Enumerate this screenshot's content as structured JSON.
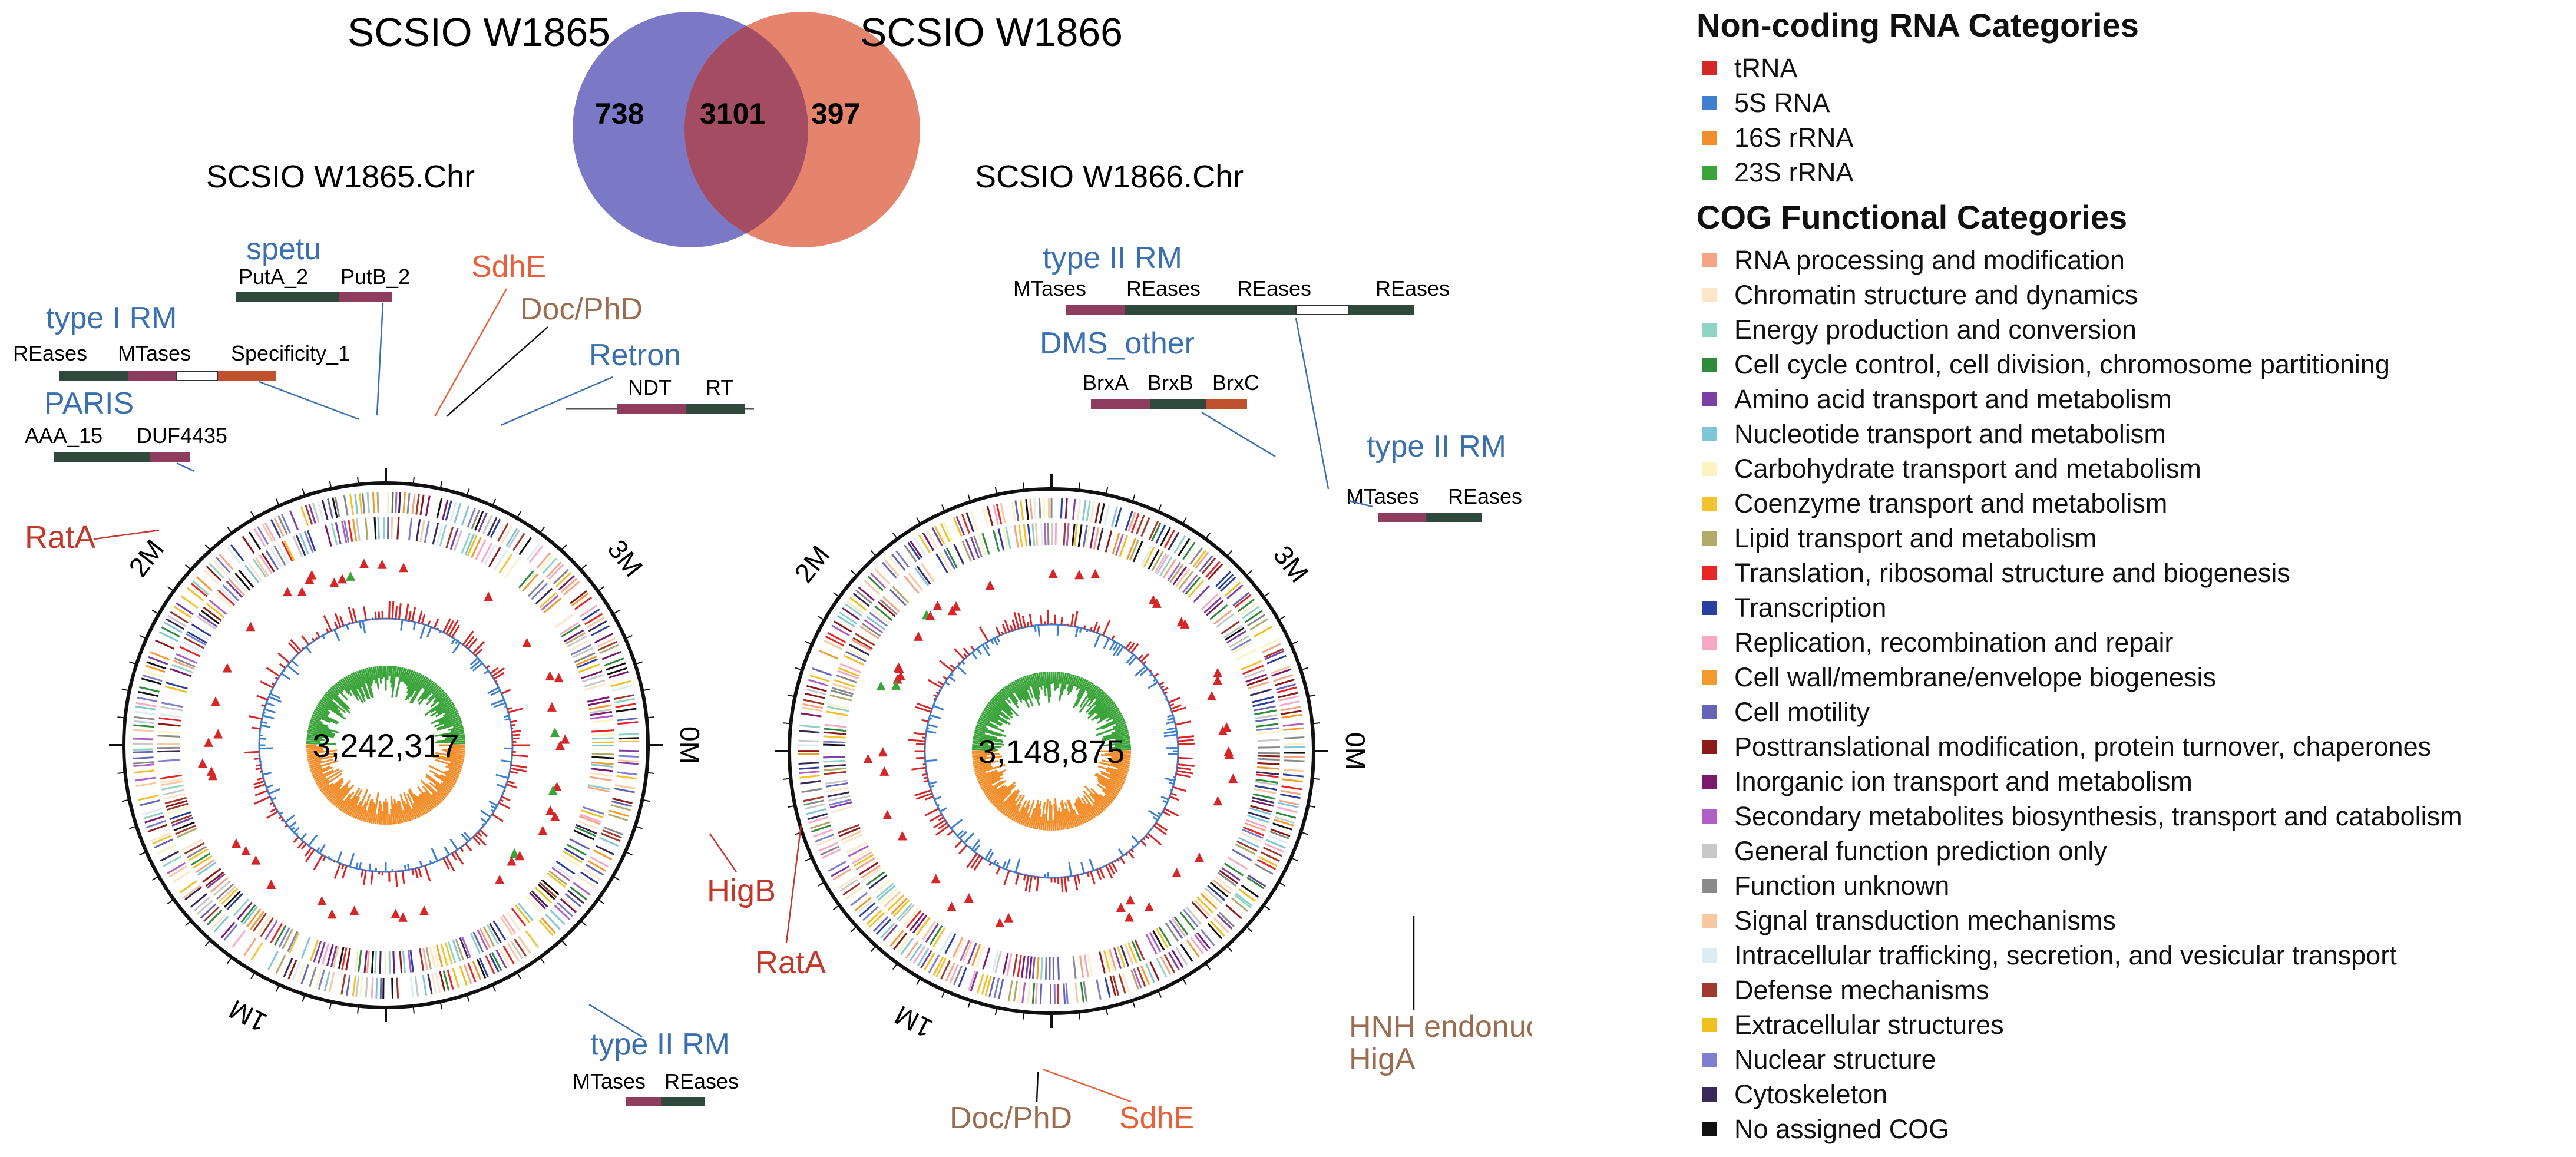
{
  "venn": {
    "left_label": "SCSIO W1865",
    "right_label": "SCSIO W1866",
    "left_only": "738",
    "shared": "3101",
    "right_only": "397",
    "left_color": "#7b78c6",
    "right_color": "#e5846c",
    "overlap_color": "#a34c62"
  },
  "genomes": [
    {
      "title": "SCSIO W1865.Chr",
      "center_label": "3,242,317",
      "ticks": [
        "2M",
        "3M",
        "0M",
        "1M"
      ],
      "annotations": {
        "spetu": "spetu",
        "putA": "PutA_2",
        "putB": "PutB_2",
        "typeI": "type I RM",
        "reases": "REases",
        "mtases": "MTases",
        "spec": "Specificity_1",
        "paris": "PARIS",
        "aaa": "AAA_15",
        "duf": "DUF4435",
        "sdhe": "SdhE",
        "docphd": "Doc/PhD",
        "retron": "Retron",
        "ndt": "NDT",
        "rt": "RT",
        "rata": "RatA",
        "higb": "HigB",
        "typeII": "type II RM",
        "mtases2": "MTases",
        "reases2": "REases"
      }
    },
    {
      "title": "SCSIO W1866.Chr",
      "center_label": "3,148,875",
      "ticks": [
        "2M",
        "3M",
        "0M",
        "1M"
      ],
      "annotations": {
        "typeII_top": "type II RM",
        "mtases": "MTases",
        "reases_a": "REases",
        "reases_b": "REases",
        "reases_c": "REases",
        "dms": "DMS_other",
        "brxa": "BrxA",
        "brxb": "BrxB",
        "brxc": "BrxC",
        "typeII_right": "type II RM",
        "mtases2": "MTases",
        "reases2": "REases",
        "rata": "RatA",
        "hnh1": "HNH endonuclease/",
        "hnh2": "HigA",
        "docphd": "Doc/PhD",
        "sdhe": "SdhE"
      }
    }
  ],
  "legend": {
    "ncrna_title": "Non-coding RNA Categories",
    "ncrna": [
      {
        "label": "tRNA",
        "color": "#d62728"
      },
      {
        "label": "5S RNA",
        "color": "#3f7fd0"
      },
      {
        "label": "16S rRNA",
        "color": "#f28e2b"
      },
      {
        "label": "23S rRNA",
        "color": "#3aa43a"
      }
    ],
    "cog_title": "COG Functional Categories",
    "cog": [
      {
        "label": "RNA processing and modification",
        "color": "#f4a582"
      },
      {
        "label": "Chromatin structure and dynamics",
        "color": "#fde6c8"
      },
      {
        "label": "Energy production and conversion",
        "color": "#8fd3c3"
      },
      {
        "label": "Cell cycle control, cell division, chromosome partitioning",
        "color": "#2e8b3a"
      },
      {
        "label": "Amino acid transport and metabolism",
        "color": "#7b3fa6"
      },
      {
        "label": "Nucleotide transport and metabolism",
        "color": "#7fc6d9"
      },
      {
        "label": "Carbohydrate transport and metabolism",
        "color": "#fbf3c0"
      },
      {
        "label": "Coenzyme transport and metabolism",
        "color": "#f2c230"
      },
      {
        "label": "Lipid transport and metabolism",
        "color": "#b3aa6a"
      },
      {
        "label": "Translation, ribosomal structure and biogenesis",
        "color": "#e82626"
      },
      {
        "label": "Transcription",
        "color": "#2b3f9e"
      },
      {
        "label": "Replication, recombination and repair",
        "color": "#f7a8c4"
      },
      {
        "label": "Cell wall/membrane/envelope biogenesis",
        "color": "#f39a2e"
      },
      {
        "label": "Cell motility",
        "color": "#6666b8"
      },
      {
        "label": "Posttranslational modification, protein turnover, chaperones",
        "color": "#8c1a1a"
      },
      {
        "label": "Inorganic ion transport and metabolism",
        "color": "#7a1a6e"
      },
      {
        "label": "Secondary metabolites biosynthesis, transport and catabolism",
        "color": "#b05fc4"
      },
      {
        "label": "General function prediction only",
        "color": "#c8c8c8"
      },
      {
        "label": "Function unknown",
        "color": "#8a8a8a"
      },
      {
        "label": "Signal transduction mechanisms",
        "color": "#f8c8a0"
      },
      {
        "label": "Intracellular trafficking, secretion, and vesicular transport",
        "color": "#dcecf2"
      },
      {
        "label": "Defense mechanisms",
        "color": "#a13a2e"
      },
      {
        "label": "Extracellular structures",
        "color": "#f0c020"
      },
      {
        "label": "Nuclear structure",
        "color": "#7f7fcf"
      },
      {
        "label": "Cytoskeleton",
        "color": "#3a2a5a"
      },
      {
        "label": "No assigned COG",
        "color": "#111111"
      }
    ]
  }
}
